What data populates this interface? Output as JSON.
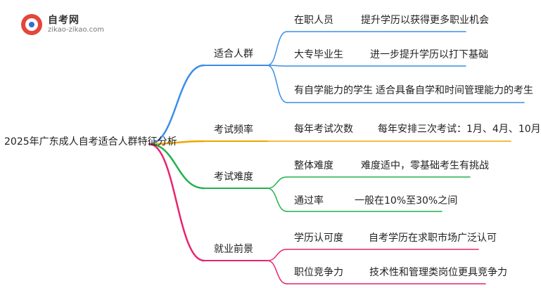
{
  "logo": {
    "title": "自考网",
    "subtitle": "zikao-zikao.com",
    "icon": "graduation-cap-icon"
  },
  "root": {
    "label": "2025年广东成人自考适合人群特征分析"
  },
  "branches": [
    {
      "label": "适合人群",
      "color": "#3a8ee6",
      "items": [
        {
          "label": "在职人员",
          "detail": "提升学历以获得更多职业机会"
        },
        {
          "label": "大专毕业生",
          "detail": "进一步提升学历以打下基础"
        },
        {
          "label": "有自学能力的学生",
          "detail": "适合具备自学和时间管理能力的考生"
        }
      ]
    },
    {
      "label": "考试频率",
      "color": "#f0a500",
      "items": [
        {
          "label": "每年考试次数",
          "detail": "每年安排三次考试：1月、4月、10月"
        }
      ]
    },
    {
      "label": "考试难度",
      "color": "#22b24c",
      "items": [
        {
          "label": "整体难度",
          "detail": "难度适中，零基础考生有挑战"
        },
        {
          "label": "通过率",
          "detail": "一般在10%至30%之间"
        }
      ]
    },
    {
      "label": "就业前景",
      "color": "#e8236e",
      "items": [
        {
          "label": "学历认可度",
          "detail": "自考学历在求职市场广泛认可"
        },
        {
          "label": "职位竞争力",
          "detail": "技术性和管理类岗位更具竞争力"
        }
      ]
    }
  ]
}
